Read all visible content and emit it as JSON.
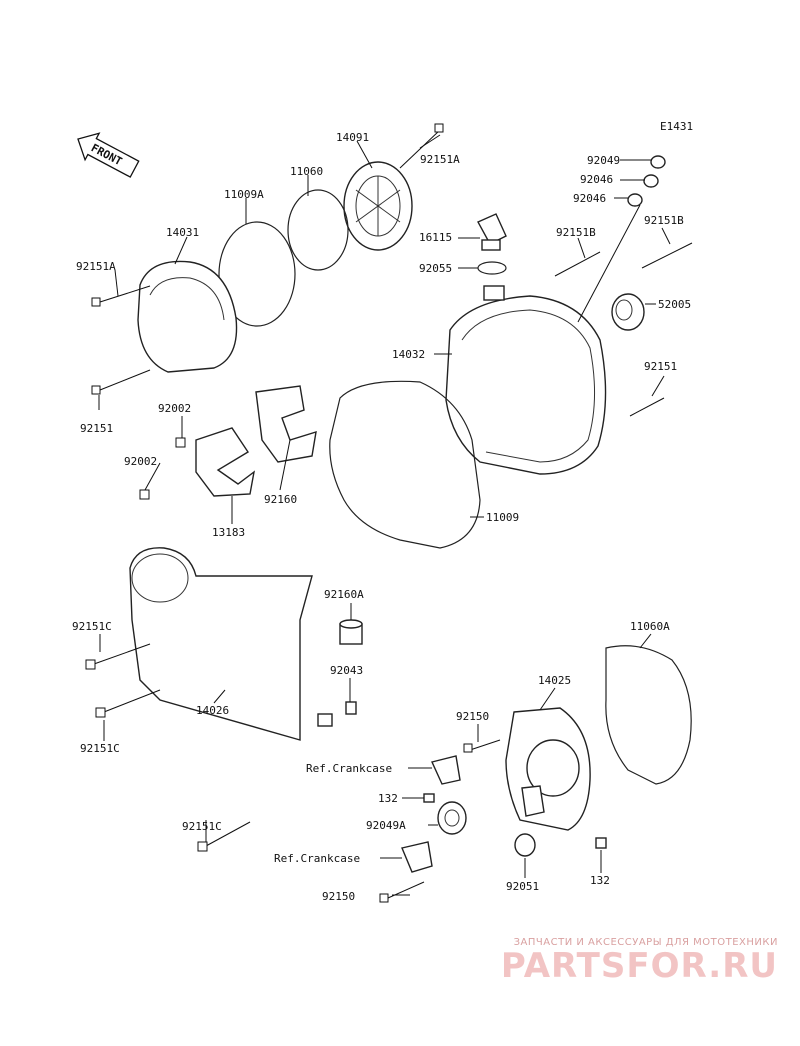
{
  "diagram_id": "E1431",
  "front_label": "FRONT",
  "part_labels": {
    "p14091": "14091",
    "p92151A_top": "92151A",
    "p11060": "11060",
    "p11009A": "11009A",
    "p14031": "14031",
    "p92151A_left": "92151A",
    "p92151_left": "92151",
    "p92049": "92049",
    "p92046_a": "92046",
    "p92046_b": "92046",
    "p92151B_right": "92151B",
    "p16115": "16115",
    "p92151B_mid": "92151B",
    "p92055": "92055",
    "p52005": "52005",
    "p14032": "14032",
    "p92151_right": "92151",
    "p92002_a": "92002",
    "p92002_b": "92002",
    "p92160": "92160",
    "p13183": "13183",
    "p11009": "11009",
    "p92160A": "92160A",
    "p11060A": "11060A",
    "p92151C_a": "92151C",
    "p92043": "92043",
    "p14025": "14025",
    "p92151C_b": "92151C",
    "p14026": "14026",
    "p92150_a": "92150",
    "p_ref_crankcase_a": "Ref.Crankcase",
    "p132_a": "132",
    "p92151C_c": "92151C",
    "p92049A": "92049A",
    "p_ref_crankcase_b": "Ref.Crankcase",
    "p92051": "92051",
    "p132_b": "132",
    "p92150_b": "92150"
  },
  "watermark": {
    "subtitle": "ЗАПЧАСТИ И АКСЕССУАРЫ ДЛЯ МОТОТЕХНИКИ",
    "brand": "PARTSFOR.RU"
  }
}
